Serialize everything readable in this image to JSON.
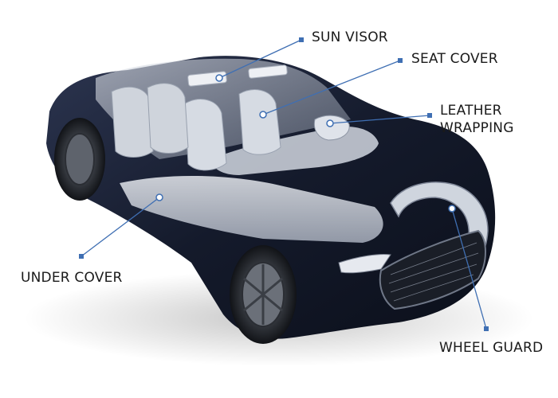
{
  "labels": {
    "sun_visor": "SUN VISOR",
    "seat_cover": "SEAT COVER",
    "leather_wrapping_line1": "LEATHER",
    "leather_wrapping_line2": "WRAPPING",
    "under_cover": "UNDER COVER",
    "wheel_guard": "WHEEL GUARD"
  },
  "colors": {
    "leader": "#3f6fb3",
    "body": "#1d2438",
    "glass": "#c9ced8",
    "text": "#1a1a1a"
  }
}
